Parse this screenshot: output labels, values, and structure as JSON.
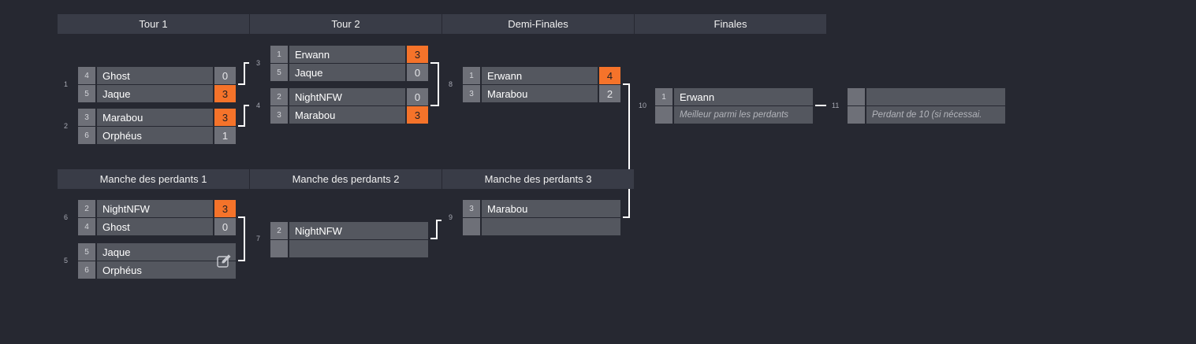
{
  "headers": {
    "r1": "Tour 1",
    "r2": "Tour 2",
    "sf": "Demi-Finales",
    "f": "Finales",
    "l1": "Manche des perdants 1",
    "l2": "Manche des perdants 2",
    "l3": "Manche des perdants 3"
  },
  "matches": {
    "m1": {
      "num": "1",
      "p1": {
        "seed": "4",
        "name": "Ghost",
        "score": "0"
      },
      "p2": {
        "seed": "5",
        "name": "Jaque",
        "score": "3"
      }
    },
    "m2": {
      "num": "2",
      "p1": {
        "seed": "3",
        "name": "Marabou",
        "score": "3"
      },
      "p2": {
        "seed": "6",
        "name": "Orphéus",
        "score": "1"
      }
    },
    "m3": {
      "num": "3",
      "p1": {
        "seed": "1",
        "name": "Erwann",
        "score": "3"
      },
      "p2": {
        "seed": "5",
        "name": "Jaque",
        "score": "0"
      }
    },
    "m4": {
      "num": "4",
      "p1": {
        "seed": "2",
        "name": "NightNFW",
        "score": "0"
      },
      "p2": {
        "seed": "3",
        "name": "Marabou",
        "score": "3"
      }
    },
    "m8": {
      "num": "8",
      "p1": {
        "seed": "1",
        "name": "Erwann",
        "score": "4"
      },
      "p2": {
        "seed": "3",
        "name": "Marabou",
        "score": "2"
      }
    },
    "m10": {
      "num": "10",
      "p1": {
        "seed": "1",
        "name": "Erwann"
      },
      "p2": {
        "seed": "",
        "name": "Meilleur parmi les perdants"
      }
    },
    "m11": {
      "num": "11",
      "p1": {
        "seed": "",
        "name": ""
      },
      "p2": {
        "seed": "",
        "name": "Perdant de 10 (si nécessai."
      }
    },
    "m6": {
      "num": "6",
      "p1": {
        "seed": "2",
        "name": "NightNFW",
        "score": "3"
      },
      "p2": {
        "seed": "4",
        "name": "Ghost",
        "score": "0"
      }
    },
    "m5": {
      "num": "5",
      "p1": {
        "seed": "5",
        "name": "Jaque"
      },
      "p2": {
        "seed": "6",
        "name": "Orphéus"
      }
    },
    "m7": {
      "num": "7",
      "p1": {
        "seed": "2",
        "name": "NightNFW"
      },
      "p2": {
        "seed": "",
        "name": ""
      }
    },
    "m9": {
      "num": "9",
      "p1": {
        "seed": "3",
        "name": "Marabou"
      },
      "p2": {
        "seed": "",
        "name": ""
      }
    }
  },
  "colors": {
    "background": "#262831",
    "header": "#393c47",
    "row": "#54575f",
    "accent": "#f5732a"
  },
  "icons": {
    "edit": "edit-icon"
  }
}
